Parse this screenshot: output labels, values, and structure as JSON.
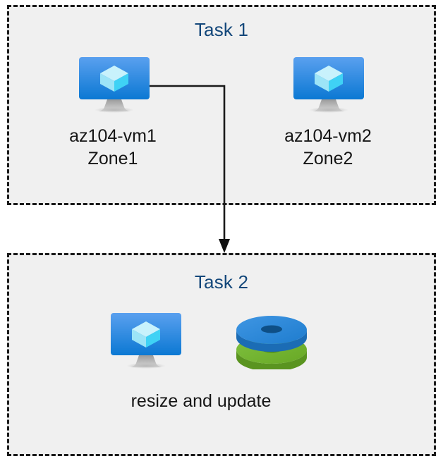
{
  "diagram": {
    "title": "Azure VM zone / resize diagram",
    "background_color": "#ffffff",
    "box_fill_color": "#f0f0f0",
    "box_border_color": "#1a1a1a",
    "heading_color": "#13477a",
    "label_color": "#161616",
    "connector_color": "#1a1a1a"
  },
  "task1": {
    "title": "Task 1",
    "nodes": [
      {
        "icon": "virtual-machine-icon",
        "name_line1": "az104-vm1",
        "name_line2": "Zone1",
        "label": "az104-vm1\nZone1"
      },
      {
        "icon": "virtual-machine-icon",
        "name_line1": "az104-vm2",
        "name_line2": "Zone2",
        "label": "az104-vm2\nZone2"
      }
    ]
  },
  "task2": {
    "title": "Task 2",
    "caption": "resize and update",
    "icons": [
      {
        "icon": "virtual-machine-icon"
      },
      {
        "icon": "managed-disks-icon"
      }
    ]
  },
  "connector": {
    "from": "az104-vm1",
    "to": "Task 2",
    "arrow": "down-arrow"
  },
  "icon_colors": {
    "vm_screen_top": "#4f9aeb",
    "vm_screen_bottom": "#0e7ad4",
    "vm_cube_top": "#c3f0fb",
    "vm_cube_left": "#9fe5f7",
    "vm_cube_right": "#3fd2f5",
    "vm_stand": "#a3a3a3",
    "disk_blue_top": "#2f8fe0",
    "disk_blue_side": "#1b6cb5",
    "disk_blue_hole": "#0e4f86",
    "disk_green_top": "#73b72a",
    "disk_green_side": "#5a9420",
    "disk_green_hole": "#4d8a1c"
  }
}
